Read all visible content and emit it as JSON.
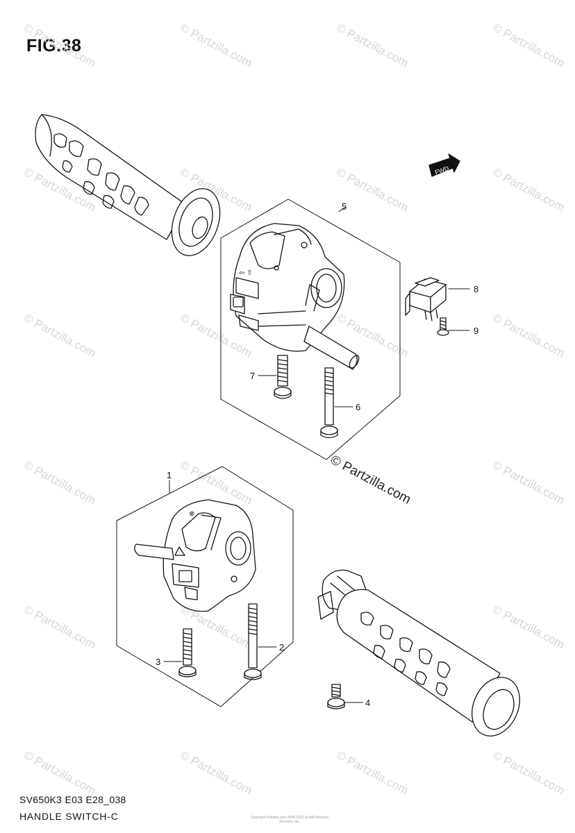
{
  "figure": {
    "title": "FIG.38",
    "model_code": "SV650K3 E03 E28_038",
    "section_name": "HANDLE SWITCH-C",
    "copyright_small": "Copyright Partzilla.com 2004-2025 by ARI Network Services, Inc."
  },
  "watermark": {
    "text": "© Partzilla.com",
    "color": "#d6d6d6"
  },
  "main_watermark": "© Partzilla.com",
  "fwd_label": "FWD",
  "callouts": [
    {
      "number": "1",
      "part": "left handle switch"
    },
    {
      "number": "2",
      "part": "long screw"
    },
    {
      "number": "3",
      "part": "short screw"
    },
    {
      "number": "4",
      "part": "grip end screw"
    },
    {
      "number": "5",
      "part": "right handle switch"
    },
    {
      "number": "6",
      "part": "long screw"
    },
    {
      "number": "7",
      "part": "short screw"
    },
    {
      "number": "8",
      "part": "clutch switch"
    },
    {
      "number": "9",
      "part": "screw"
    }
  ]
}
